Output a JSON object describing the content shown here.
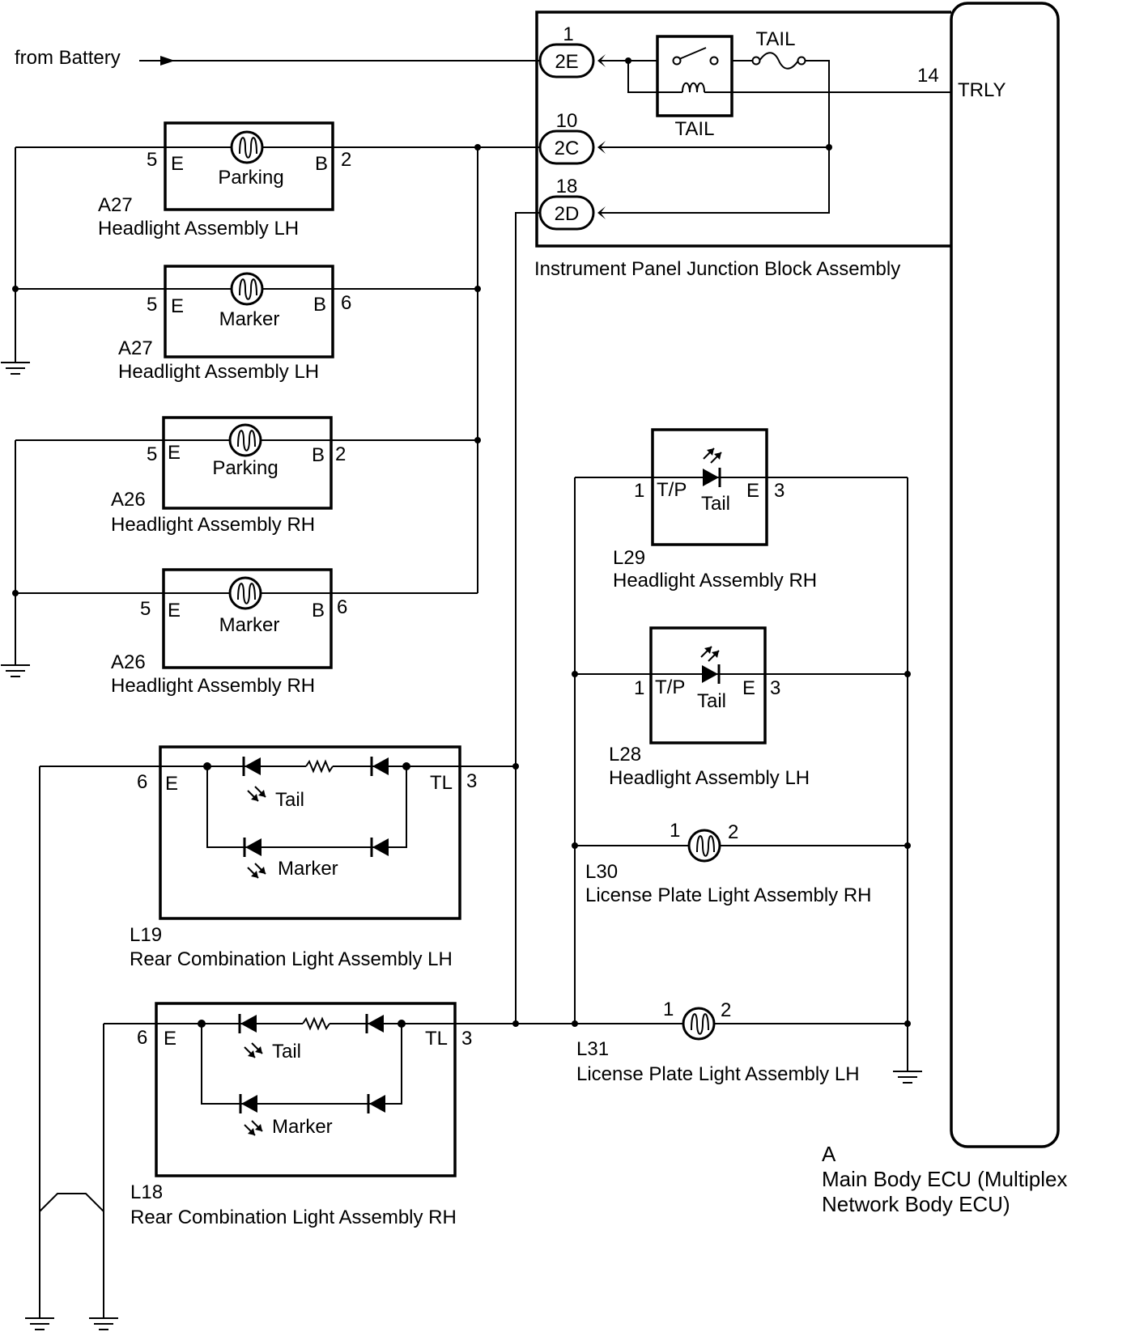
{
  "source": {
    "label": "from Battery"
  },
  "junction_block": {
    "title": "Instrument Panel Junction Block Assembly",
    "connectors": [
      {
        "code": "2E",
        "pin": "1"
      },
      {
        "code": "2C",
        "pin": "10"
      },
      {
        "code": "2D",
        "pin": "18"
      }
    ],
    "relay_label": "TAIL",
    "fuse_label": "TAIL",
    "ecu_pin": "14",
    "ecu_signal": "TRLY"
  },
  "ecu": {
    "code": "A",
    "name_line1": "Main Body ECU (Multiplex",
    "name_line2": "Network Body ECU)"
  },
  "lamps": [
    {
      "code": "A27",
      "name": "Headlight Assembly LH",
      "label": "Parking",
      "left_pin": "5",
      "left_term": "E",
      "right_term": "B",
      "right_pin": "2"
    },
    {
      "code": "A27",
      "name": "Headlight Assembly LH",
      "label": "Marker",
      "left_pin": "5",
      "left_term": "E",
      "right_term": "B",
      "right_pin": "6"
    },
    {
      "code": "A26",
      "name": "Headlight Assembly RH",
      "label": "Parking",
      "left_pin": "5",
      "left_term": "E",
      "right_term": "B",
      "right_pin": "2"
    },
    {
      "code": "A26",
      "name": "Headlight Assembly RH",
      "label": "Marker",
      "left_pin": "5",
      "left_term": "E",
      "right_term": "B",
      "right_pin": "6"
    },
    {
      "code": "L29",
      "name": "Headlight Assembly RH",
      "label": "Tail",
      "left_pin": "1",
      "left_term": "T/P",
      "right_term": "E",
      "right_pin": "3"
    },
    {
      "code": "L28",
      "name": "Headlight Assembly LH",
      "label": "Tail",
      "left_pin": "1",
      "left_term": "T/P",
      "right_term": "E",
      "right_pin": "3"
    },
    {
      "code": "L30",
      "name": "License Plate Light Assembly RH",
      "left_pin": "1",
      "right_pin": "2"
    },
    {
      "code": "L31",
      "name": "License Plate Light Assembly LH",
      "left_pin": "1",
      "right_pin": "2"
    }
  ],
  "rear_lamps": [
    {
      "code": "L19",
      "name": "Rear Combination Light Assembly LH",
      "tail_label": "Tail",
      "marker_label": "Marker",
      "left_pin": "6",
      "left_term": "E",
      "right_term": "TL",
      "right_pin": "3"
    },
    {
      "code": "L18",
      "name": "Rear Combination Light Assembly RH",
      "tail_label": "Tail",
      "marker_label": "Marker",
      "left_pin": "6",
      "left_term": "E",
      "right_term": "TL",
      "right_pin": "3"
    }
  ]
}
